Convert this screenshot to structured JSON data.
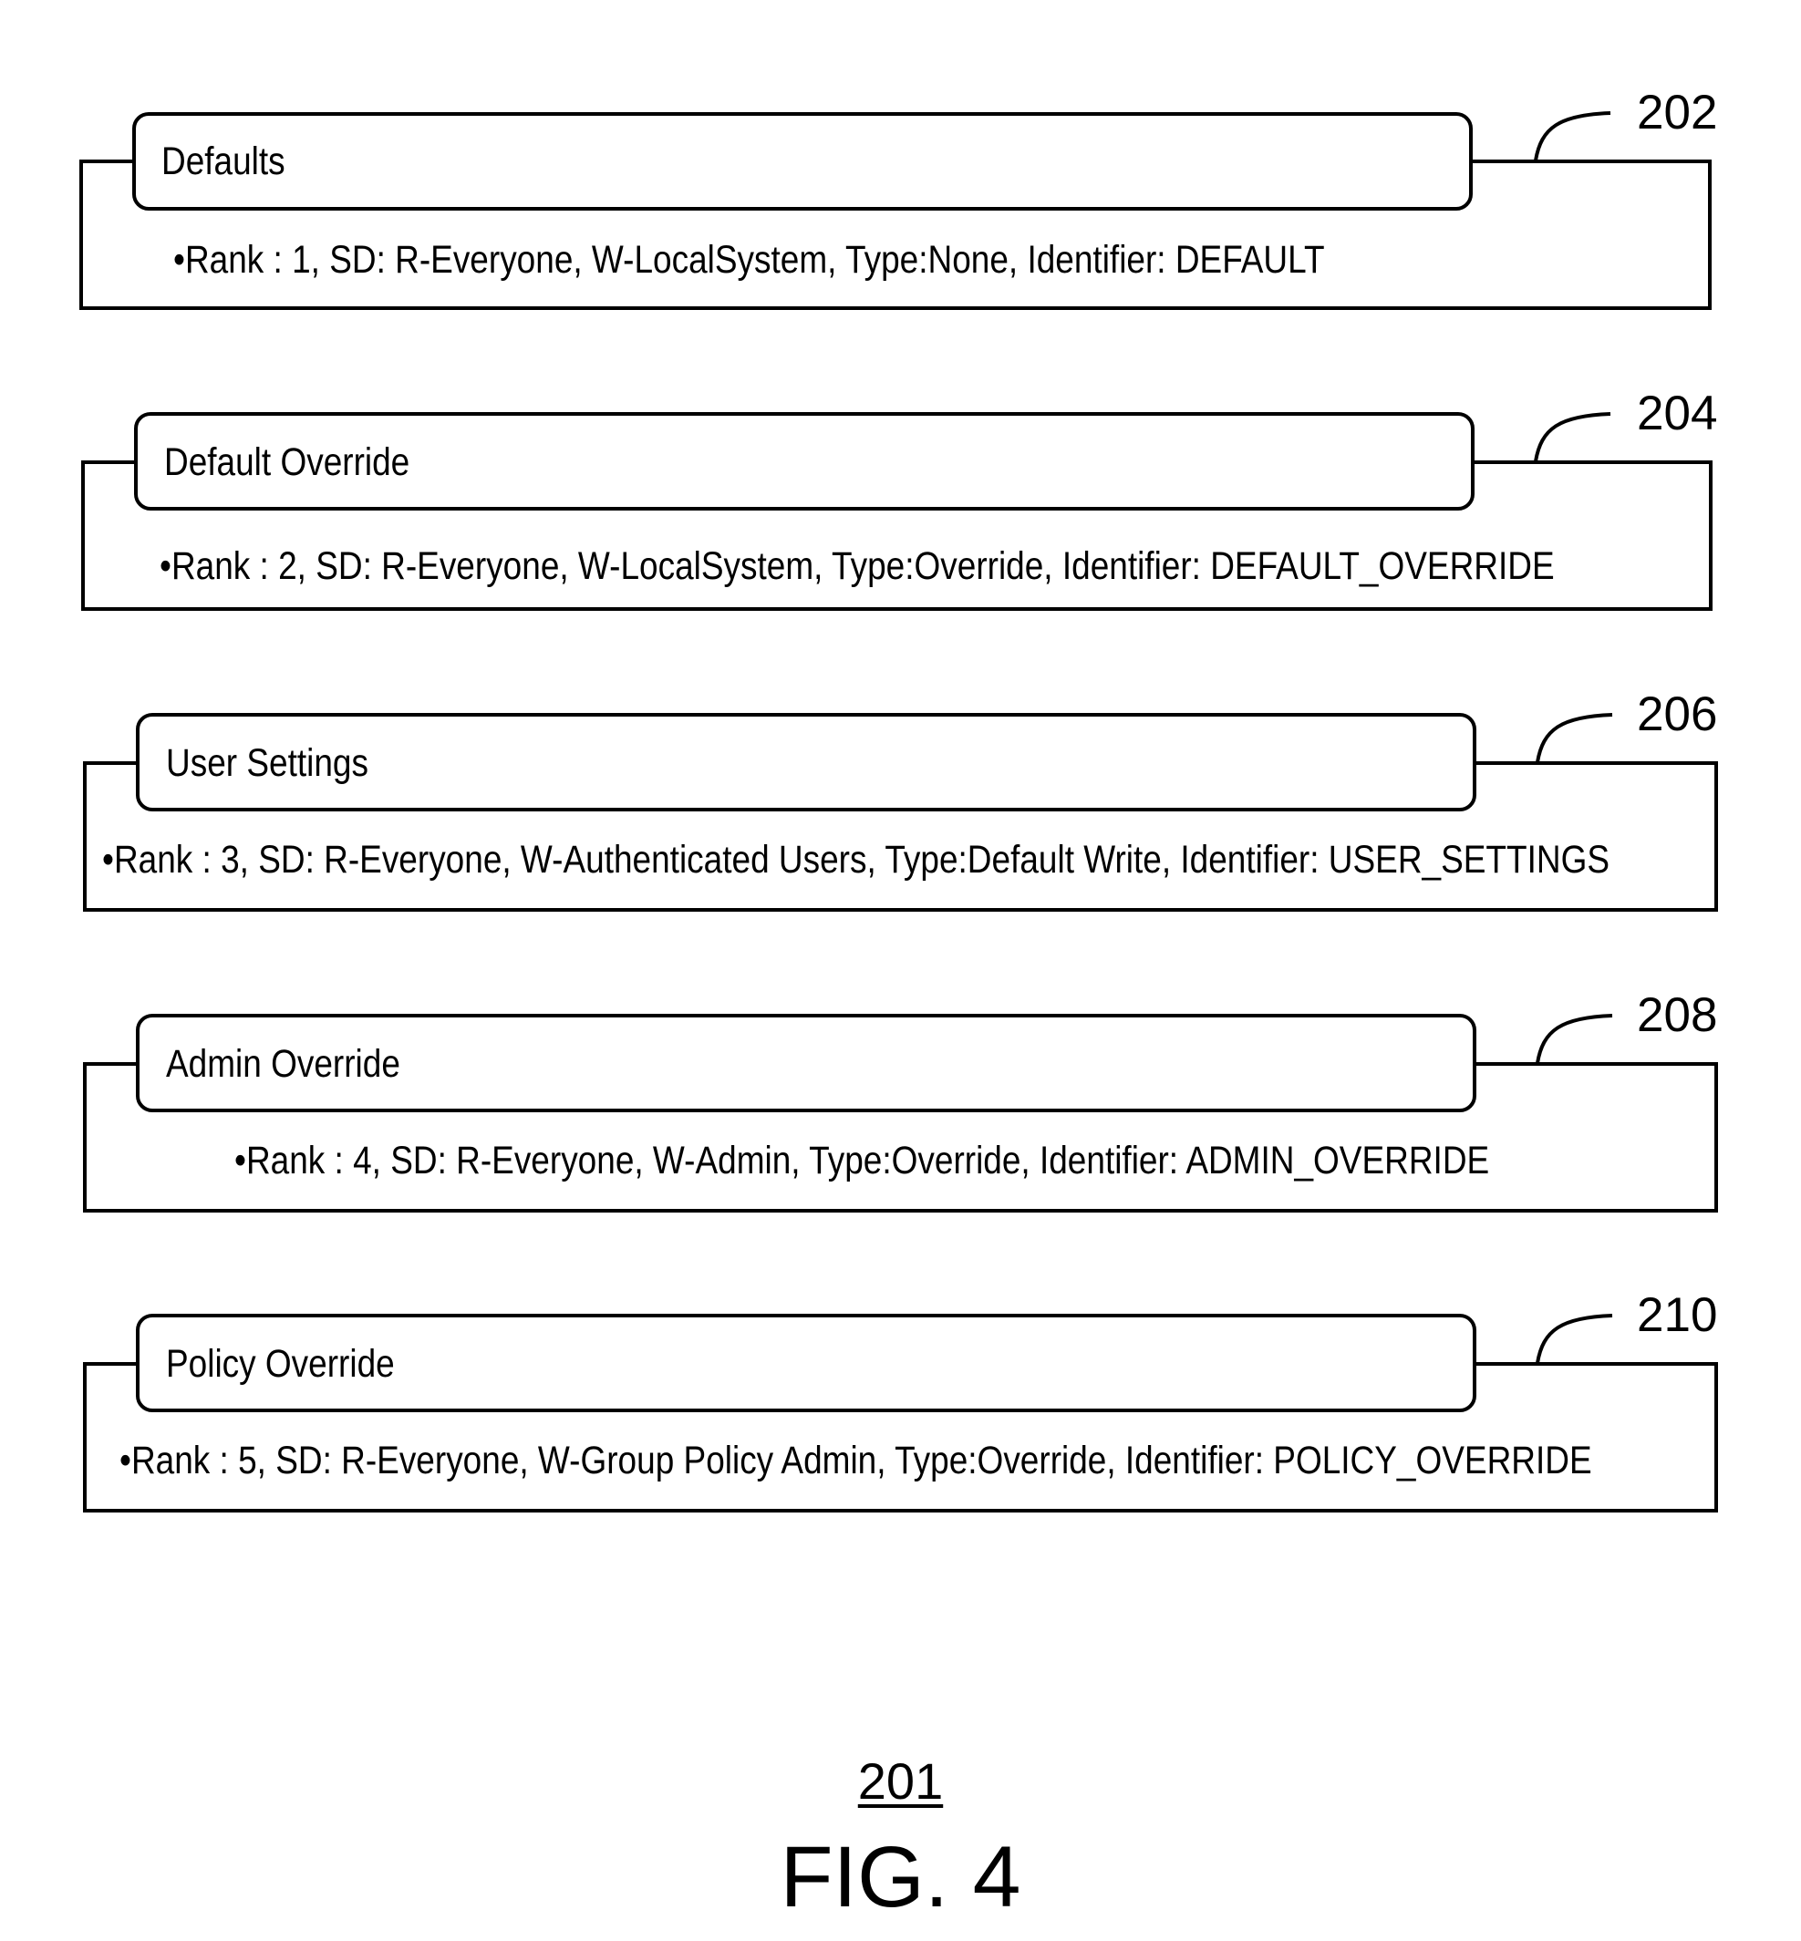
{
  "blocks": [
    {
      "ref": "202",
      "title": "Defaults",
      "details": "•Rank : 1, SD: R-Everyone, W-LocalSystem, Type:None, Identifier: DEFAULT"
    },
    {
      "ref": "204",
      "title": "Default Override",
      "details": "•Rank : 2, SD: R-Everyone, W-LocalSystem, Type:Override, Identifier: DEFAULT_OVERRIDE"
    },
    {
      "ref": "206",
      "title": "User Settings",
      "details": "•Rank : 3, SD: R-Everyone, W-Authenticated Users, Type:Default Write, Identifier: USER_SETTINGS"
    },
    {
      "ref": "208",
      "title": "Admin Override",
      "details": "•Rank : 4, SD: R-Everyone, W-Admin, Type:Override, Identifier: ADMIN_OVERRIDE"
    },
    {
      "ref": "210",
      "title": "Policy Override",
      "details": "•Rank : 5, SD: R-Everyone, W-Group Policy Admin, Type:Override, Identifier: POLICY_OVERRIDE"
    }
  ],
  "figure": {
    "number": "201",
    "label": "FIG. 4"
  }
}
